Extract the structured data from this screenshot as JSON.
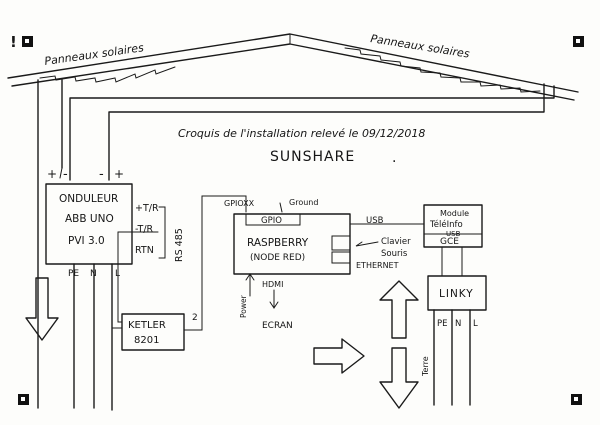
{
  "title": {
    "line1": "Croquis de l'installation relevé le 09/12/2018",
    "line2": "SUNSHARE",
    "line2_dot": "."
  },
  "roof": {
    "left_label": "Panneaux solaires",
    "right_label": "Panneaux solaires"
  },
  "panel_terminals": {
    "plus": "+",
    "minus": "-"
  },
  "onduleur": {
    "lines": [
      "ONDULEUR",
      "ABB UNO",
      "PVI 3.0"
    ],
    "port_tr_plus": "+T/R",
    "port_tr_minus": "-T/R",
    "port_rtn": "RTN",
    "bus_label": "RS 485",
    "bottom_labels": [
      "PE",
      "N",
      "L"
    ]
  },
  "ketler": {
    "lines": [
      "KETLER",
      "8201"
    ],
    "port_number": "2"
  },
  "raspberry": {
    "gpio_pin_label": "GPIOXX",
    "ground_label": "Ground",
    "gpio_label": "GPIO",
    "lines": [
      "RASPBERRY",
      "(NODE RED)"
    ],
    "usb_label": "USB",
    "keyboard_label": "Clavier",
    "mouse_label": "Souris",
    "ethernet_label": "ETHERNET",
    "power_label": "Power",
    "hdmi_label": "HDMI",
    "screen_label": "ECRAN"
  },
  "gce_module": {
    "top_label": "Module",
    "middle_label": "TéléInfo",
    "usb_label": "USB",
    "name": "GCE"
  },
  "linky": {
    "name": "LINKY",
    "bottom_labels": [
      "PE",
      "N",
      "L"
    ],
    "earth_label": "Terre"
  },
  "corner_marker": "!"
}
